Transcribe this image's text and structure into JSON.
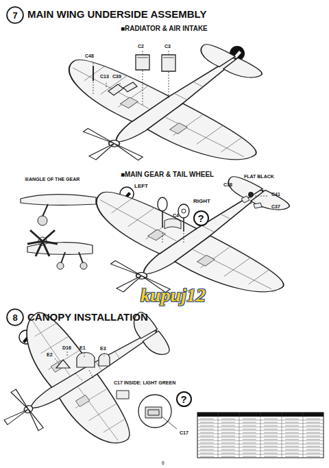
{
  "diagram": {
    "nodes": [
      {
        "text": [
          "7"
        ]
      },
      {
        "text": [
          "?"
        ]
      },
      {
        "text": [
          "8"
        ]
      },
      {
        "text": [
          "?"
        ]
      }
    ],
    "labels": [
      "MAIN WING UNDERSIDE ASSEMBLY",
      "■RADIATOR & AIR INTAKE",
      "C48",
      "C13",
      "C39",
      "C2",
      "C3",
      "※ANGLE OF THE GEAR",
      "■MAIN GEAR & TAIL WHEEL",
      "LEFT",
      "RIGHT",
      "C4",
      "C38",
      "FLAT BLACK",
      "C41",
      "C37",
      "CANOPY INSTALLATION",
      "D16",
      "E1",
      "E3",
      "E2",
      "C17 INSIDE: LIGHT GREEN",
      "C17",
      "kupuj12",
      "6"
    ]
  }
}
